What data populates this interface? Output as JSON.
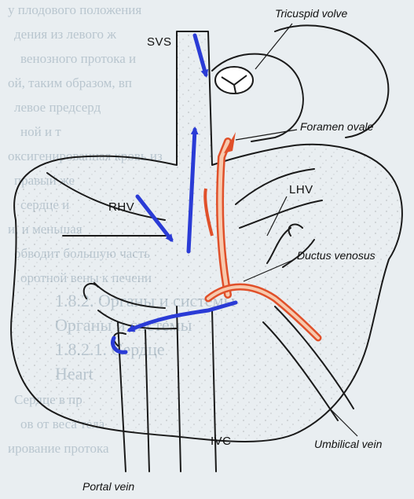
{
  "labels": {
    "svs": "SVS",
    "tricuspid_valve": "Tricuspid volve",
    "foramen_ovale": "Foramen ovale",
    "lhv": "LHV",
    "rhv": "RHV",
    "ductus_venosus": "Ductus venosus",
    "umbilical_vein": "Umbilical vein",
    "ivc": "IVC",
    "portal_vein": "Portal vein"
  },
  "colors": {
    "background": "#e9eef1",
    "outline": "#1a1a1a",
    "deoxygenated_flow": "#2a3bd6",
    "oxygenated_flow": "#e0502a",
    "oxygenated_fill": "#f7c9ad",
    "background_text": "#b9c6cf"
  },
  "background_text_lines": [
    "у плодового положения",
    "дения из левого ж",
    "венозного протока и",
    "ой, таким образом, вп",
    "левое предсерд",
    "ной и т",
    "оксигенированная кровь из",
    "правый же",
    "сердце и",
    "и, и меньшая",
    "обводит большую часть",
    "оротной вены к печени",
    "1.8.2. Органы и системы",
    "Органы и системы",
    "1.8.2.1. Сердце",
    "Heart",
    "Сердце в пр",
    "ов от веса тела",
    "ирование протока"
  ]
}
